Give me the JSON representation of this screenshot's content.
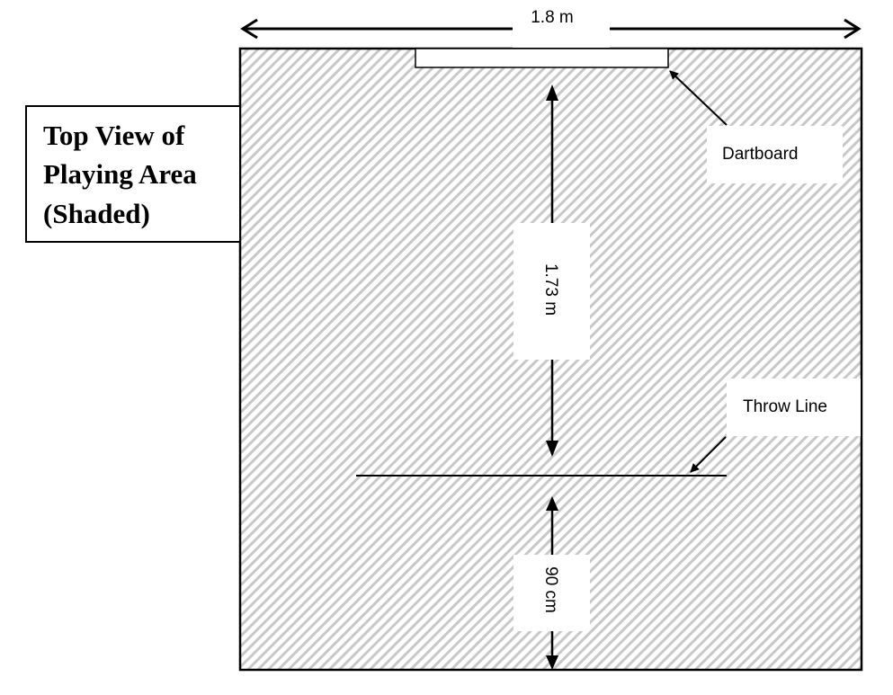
{
  "diagram": {
    "title_lines": [
      "Top View of",
      "Playing Area",
      "(Shaded)"
    ],
    "width_label": "1.8 m",
    "dartboard_label": "Dartboard",
    "throw_distance_label": "1.73 m",
    "throw_line_label": "Throw Line",
    "behind_line_label": "90 cm",
    "colors": {
      "outline": "#000000",
      "hatch": "#c8c8c8",
      "background": "#ffffff"
    }
  }
}
